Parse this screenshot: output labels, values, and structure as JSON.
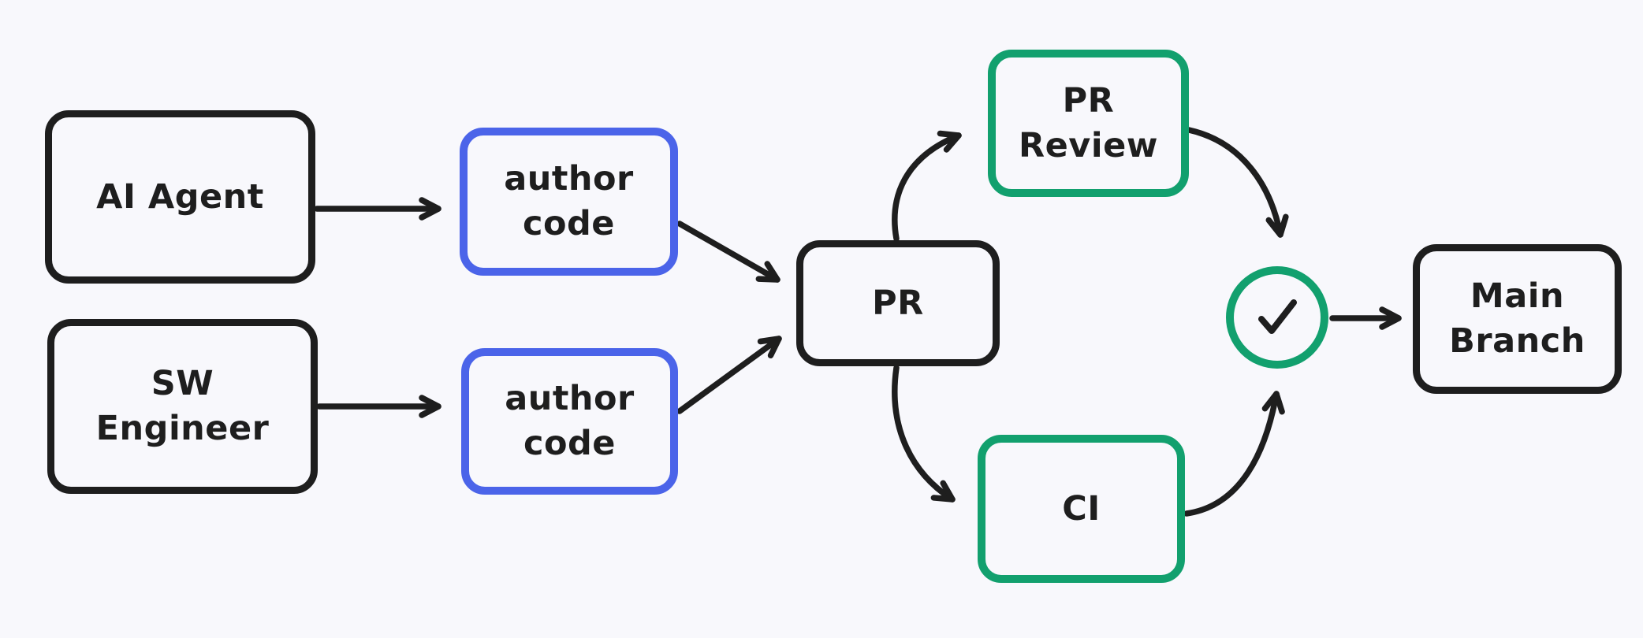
{
  "diagram": {
    "background_color": "#f8f8fc",
    "stroke_colors": {
      "default": "#1e1e1e",
      "author_code_boxes": "#4b64e9",
      "review_and_ci_boxes": "#12a06e"
    },
    "nodes": {
      "ai_agent": {
        "label": "AI Agent"
      },
      "author_code_top": {
        "label": "author\ncode"
      },
      "sw_engineer": {
        "label": "SW\nEngineer"
      },
      "author_code_bottom": {
        "label": "author\ncode"
      },
      "pr": {
        "label": "PR"
      },
      "pr_review": {
        "label": "PR\nReview"
      },
      "ci": {
        "label": "CI"
      },
      "main_branch": {
        "label": "Main\nBranch"
      }
    },
    "icons": {
      "check": "✓"
    },
    "edges": [
      {
        "from": "AI Agent",
        "to": "author code (top)"
      },
      {
        "from": "SW Engineer",
        "to": "author code (bottom)"
      },
      {
        "from": "author code (top)",
        "to": "PR"
      },
      {
        "from": "author code (bottom)",
        "to": "PR"
      },
      {
        "from": "PR",
        "to": "PR Review"
      },
      {
        "from": "PR",
        "to": "CI"
      },
      {
        "from": "PR Review",
        "to": "check"
      },
      {
        "from": "CI",
        "to": "check"
      },
      {
        "from": "check",
        "to": "Main Branch"
      }
    ]
  }
}
